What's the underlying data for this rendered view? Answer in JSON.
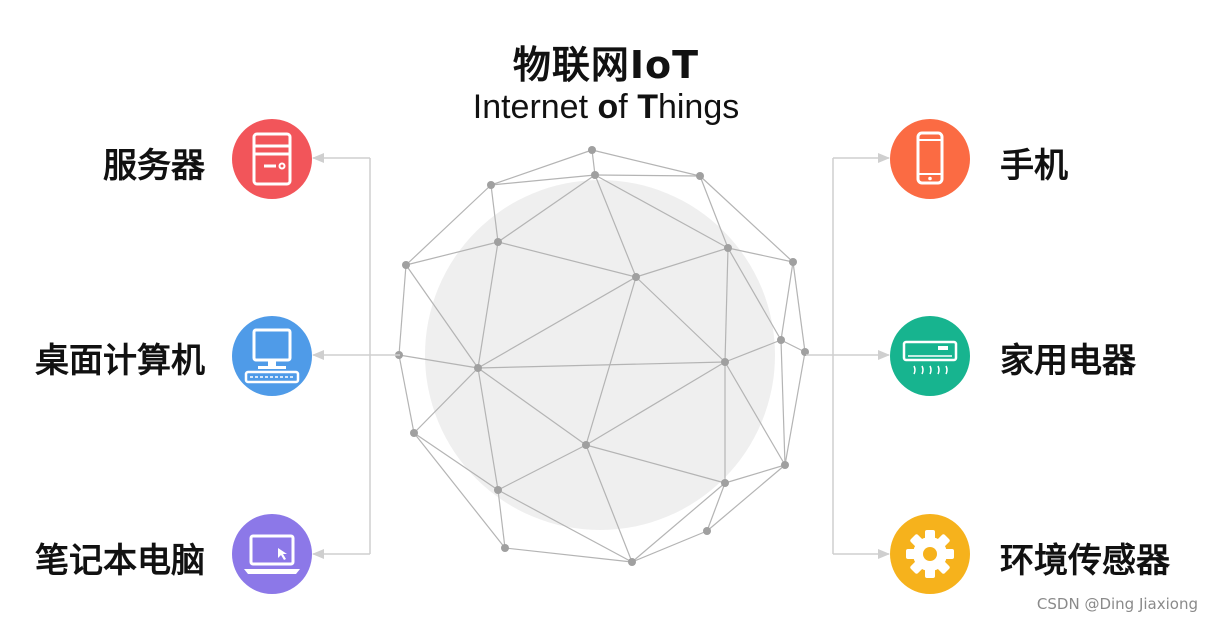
{
  "title": {
    "cn": "物联网IoT",
    "en_parts": [
      "I",
      "nternet ",
      "o",
      "f ",
      "T",
      "hings"
    ]
  },
  "left_items": [
    {
      "label": "服务器",
      "icon": "server-icon",
      "color": "#f2555a"
    },
    {
      "label": "桌面计算机",
      "icon": "desktop-computer-icon",
      "color": "#4f9be8"
    },
    {
      "label": "笔记本电脑",
      "icon": "laptop-icon",
      "color": "#8c78e8"
    }
  ],
  "right_items": [
    {
      "label": "手机",
      "icon": "mobile-phone-icon",
      "color": "#fb6b43"
    },
    {
      "label": "家用电器",
      "icon": "air-conditioner-icon",
      "color": "#17b48f"
    },
    {
      "label": "环境传感器",
      "icon": "gear-icon",
      "color": "#f6b21c"
    }
  ],
  "watermark": "CSDN @Ding Jiaxiong"
}
